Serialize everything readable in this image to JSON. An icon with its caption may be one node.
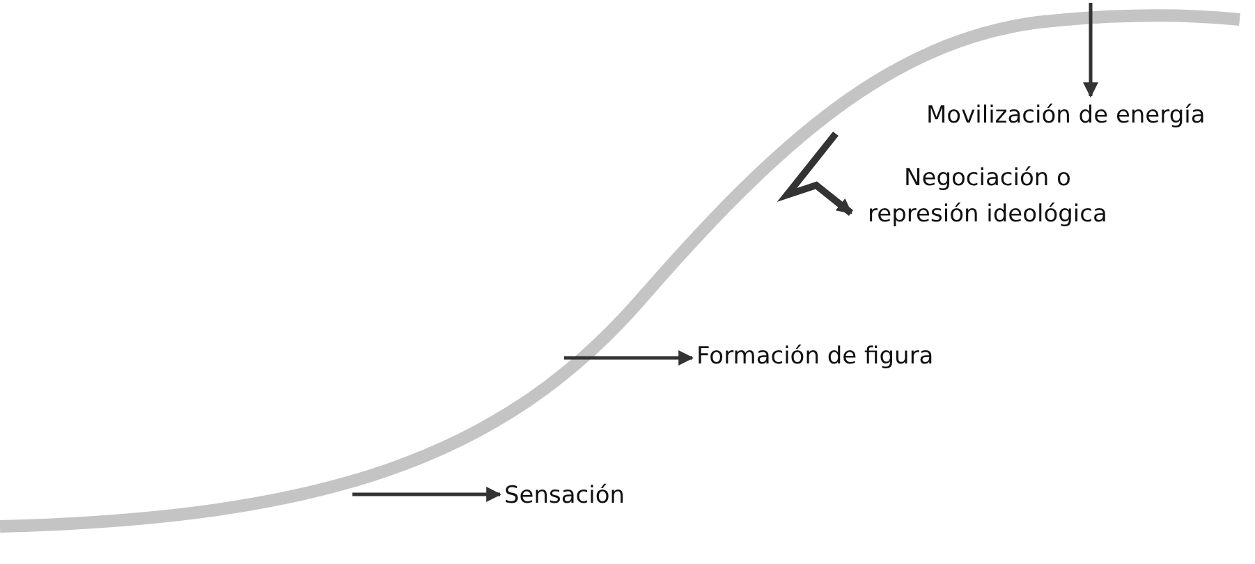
{
  "diagram": {
    "nodes": [
      {
        "text": [
          "Movilización de energía"
        ]
      },
      {
        "text": [
          "Negociación o represión ideológica"
        ]
      },
      {
        "text": [
          "Formación de figura"
        ]
      },
      {
        "text": [
          "Sensación"
        ]
      }
    ],
    "edges": [
      {
        "from": null,
        "to": 0,
        "arrow": "to"
      },
      {
        "from": null,
        "to": 1,
        "arrow": "to",
        "style": "thick"
      },
      {
        "from": null,
        "to": 2,
        "arrow": "to"
      },
      {
        "from": null,
        "to": 3,
        "arrow": "to"
      }
    ]
  }
}
